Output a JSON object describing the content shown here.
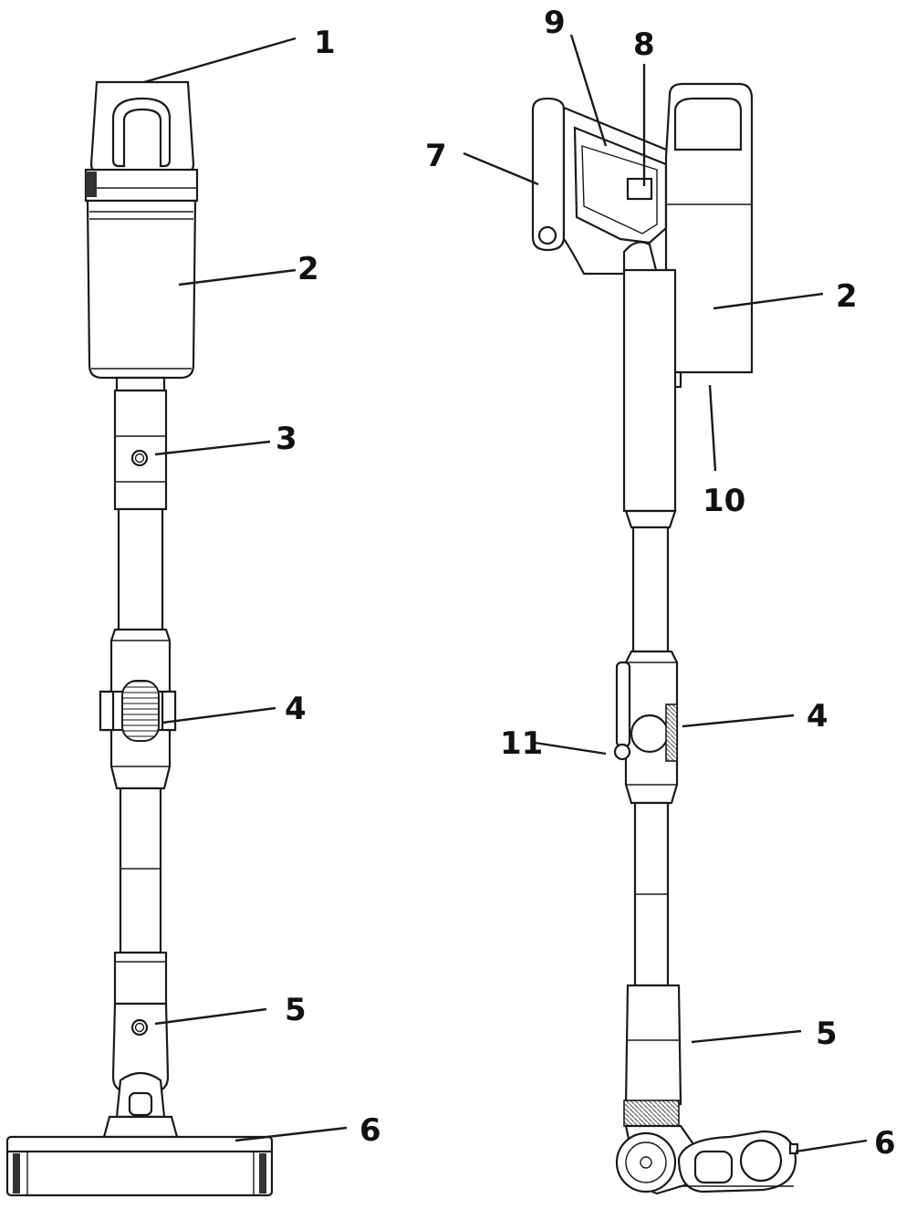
{
  "left_view": {
    "callouts": [
      "1",
      "2",
      "3",
      "4",
      "5",
      "6"
    ]
  },
  "right_view": {
    "callouts": [
      "9",
      "8",
      "7",
      "2",
      "10",
      "4",
      "11",
      "5",
      "6"
    ]
  }
}
